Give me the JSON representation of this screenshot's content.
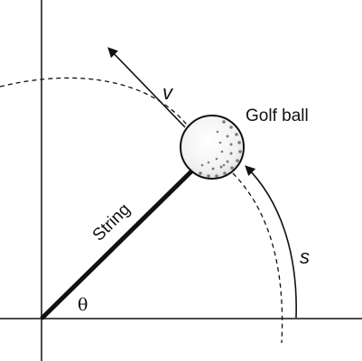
{
  "labels": {
    "velocity": "v",
    "object": "Golf ball",
    "arc_length": "s",
    "string": "String",
    "angle": "θ"
  },
  "colors": {
    "ink": "#111111",
    "background": "#ffffff"
  }
}
